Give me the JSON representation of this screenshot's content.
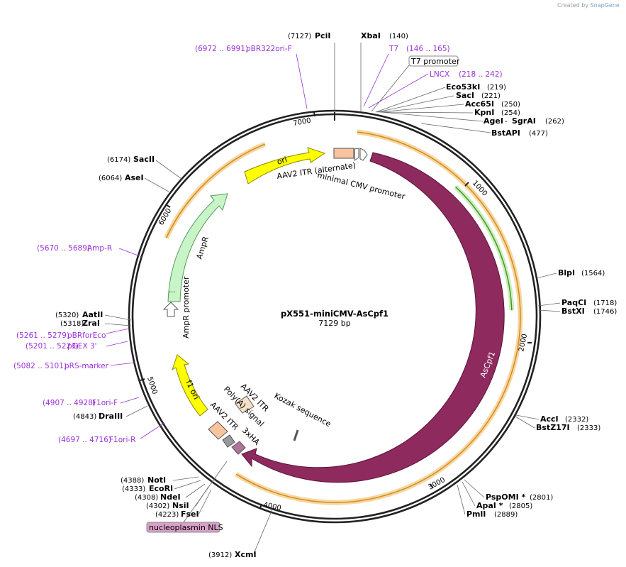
{
  "app": {
    "credit_prefix": "Created by",
    "credit_brand": "SnapGene"
  },
  "plasmid": {
    "name": "pX551-miniCMV-AsCpf1",
    "length": "7129 bp"
  },
  "ticks": [
    "1000",
    "2000",
    "3000",
    "4000",
    "5000",
    "6000",
    "7000"
  ],
  "enzymes": [
    {
      "name": "PciI",
      "pos": "(7127)"
    },
    {
      "name": "XbaI",
      "pos": "(140)"
    },
    {
      "name": "Eco53kI",
      "pos": "(219)"
    },
    {
      "name": "SacI",
      "pos": "(221)"
    },
    {
      "name": "Acc65I",
      "pos": "(250)"
    },
    {
      "name": "KpnI",
      "pos": "(254)"
    },
    {
      "name": "AgeI",
      "sep": "-",
      "name2": "SgrAI",
      "pos": "(262)"
    },
    {
      "name": "BstAPI",
      "pos": "(477)"
    },
    {
      "name": "BlpI",
      "pos": "(1564)"
    },
    {
      "name": "PaqCI",
      "pos": "(1718)"
    },
    {
      "name": "BstXI",
      "pos": "(1746)"
    },
    {
      "name": "AccI",
      "pos": "(2332)"
    },
    {
      "name": "BstZ17I",
      "pos": "(2333)"
    },
    {
      "name": "PspOMI *",
      "pos": "(2801)"
    },
    {
      "name": "ApaI *",
      "pos": "(2805)"
    },
    {
      "name": "PmlI",
      "pos": "(2889)"
    },
    {
      "name": "XcmI",
      "pos": "(3912)"
    },
    {
      "name": "FseI",
      "pos": "(4223)"
    },
    {
      "name": "NsiI",
      "pos": "(4302)"
    },
    {
      "name": "NdeI",
      "pos": "(4308)"
    },
    {
      "name": "EcoRI",
      "pos": "(4333)"
    },
    {
      "name": "NotI",
      "pos": "(4388)"
    },
    {
      "name": "DraIII",
      "pos": "(4843)"
    },
    {
      "name": "ZraI",
      "pos": "(5318)"
    },
    {
      "name": "AatII",
      "pos": "(5320)"
    },
    {
      "name": "AseI",
      "pos": "(6064)"
    },
    {
      "name": "SacII",
      "pos": "(6174)"
    }
  ],
  "primers": [
    {
      "name": "pBR322ori-F",
      "range": "(6972 .. 6991)"
    },
    {
      "name": "T7",
      "range": "(146 .. 165)"
    },
    {
      "name": "LNCX",
      "range": "(218 .. 242)"
    },
    {
      "name": "Amp-R",
      "range": "(5670 .. 5689)"
    },
    {
      "name": "pBRforEco",
      "range": "(5261 .. 5279)"
    },
    {
      "name": "pGEX 3'",
      "range": "(5201 .. 5223)"
    },
    {
      "name": "pRS-marker",
      "range": "(5082 .. 5101)"
    },
    {
      "name": "F1ori-F",
      "range": "(4907 .. 4928)"
    },
    {
      "name": "F1ori-R",
      "range": "(4697 .. 4716)"
    }
  ],
  "boxed_features": {
    "t7_promoter": "T7 promoter",
    "nls": "nucleoplasmin NLS"
  },
  "features": {
    "ori": "ori",
    "aav2_itr_alt": "AAV2 ITR (alternate)",
    "min_cmv": "minimal CMV promoter",
    "ascpf1": "AsCpf1",
    "ampr": "AmpR",
    "ampr_promoter": "AmpR promoter",
    "f1_ori": "f1 ori",
    "aav2_itr": "AAV2 ITR",
    "aav2_itr_2": "AAV2 ITR",
    "polya": "Poly(A) signal",
    "ha": "3xHA",
    "kozak": "Kozak sequence"
  },
  "colors": {
    "backbone": "#222222",
    "ascpf1": "#8e2a5e",
    "ori": "#ffff00",
    "ampr": "#c8f5c8",
    "itr": "#f8c4a0",
    "orange_arc": "#f0b457",
    "green_arc": "#3f9a1f",
    "primer": "#9b30d9",
    "nls_box": "#d9a0c8",
    "ha": "#b07498"
  }
}
